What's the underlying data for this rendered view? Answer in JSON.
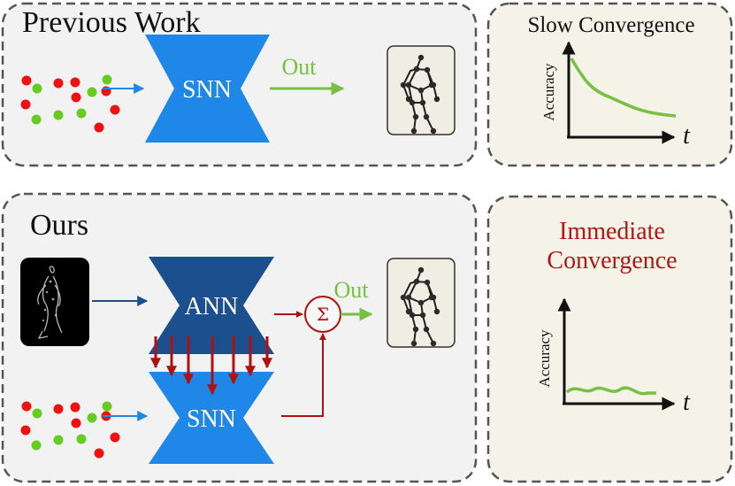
{
  "top_panel": {
    "title": "Previous Work",
    "network_label": "SNN",
    "output_label": "Out"
  },
  "top_side_panel": {
    "title": "Slow Convergence",
    "y_axis_label": "Accuracy",
    "x_axis_label": "t"
  },
  "bottom_panel": {
    "title": "Ours",
    "ann_label": "ANN",
    "snn_label": "SNN",
    "sum_symbol": "Σ",
    "output_label": "Out"
  },
  "bottom_side_panel": {
    "title_line1": "Immediate",
    "title_line2": "Convergence",
    "y_axis_label": "Accuracy",
    "x_axis_label": "t"
  },
  "colors": {
    "panel_fill": "#f2f2f2",
    "side_panel_fill": "#f5f2e8",
    "snn_blue": "#1f87e8",
    "ann_blue": "#1b4f8e",
    "output_green": "#78c043",
    "red_arrow": "#b01010",
    "title_red": "#b01818",
    "event_red": "#ee1111",
    "event_green": "#66cc22",
    "skeleton_bg": "#f0ede2"
  }
}
